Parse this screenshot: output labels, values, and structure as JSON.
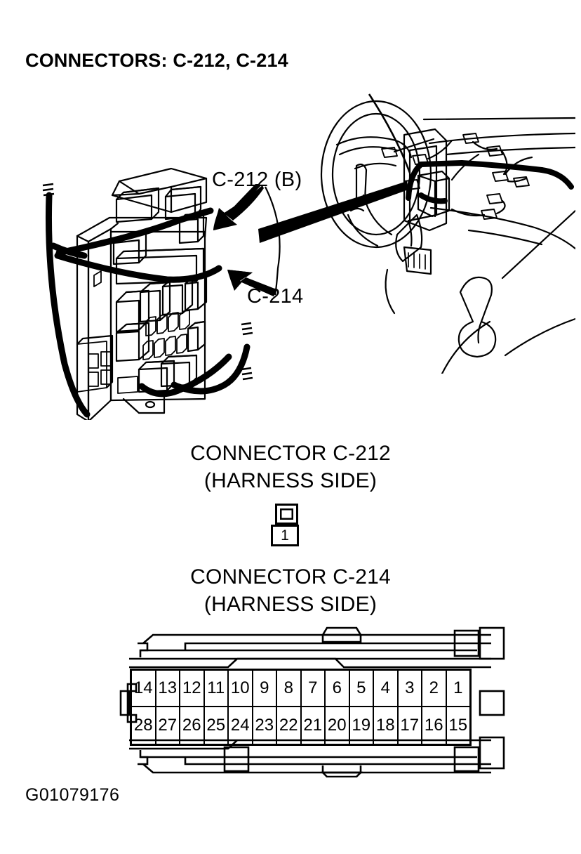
{
  "title": "CONNECTORS: C-212, C-214",
  "figure_id": "G01079176",
  "callouts": {
    "c212": "C-212 (B)",
    "c214": "C-214"
  },
  "captions": {
    "c212": "CONNECTOR C-212\n(HARNESS SIDE)",
    "c214": "CONNECTOR C-214\n(HARNESS SIDE)"
  },
  "connector_c212": {
    "name": "CONNECTOR C-212",
    "side": "HARNESS SIDE",
    "pin_count": 1,
    "pins": [
      "1"
    ]
  },
  "connector_c214": {
    "name": "CONNECTOR C-214",
    "side": "HARNESS SIDE",
    "pin_count": 28,
    "rows": [
      [
        "14",
        "13",
        "12",
        "11",
        "10",
        "9",
        "8",
        "7",
        "6",
        "5",
        "4",
        "3",
        "2",
        "1"
      ],
      [
        "28",
        "27",
        "26",
        "25",
        "24",
        "23",
        "22",
        "21",
        "20",
        "19",
        "18",
        "17",
        "16",
        "15"
      ]
    ]
  },
  "illustrations": {
    "junction_block": "junction-block-line-art",
    "dashboard": "dashboard-line-art"
  },
  "colors": {
    "ink": "#000000",
    "paper": "#ffffff"
  }
}
